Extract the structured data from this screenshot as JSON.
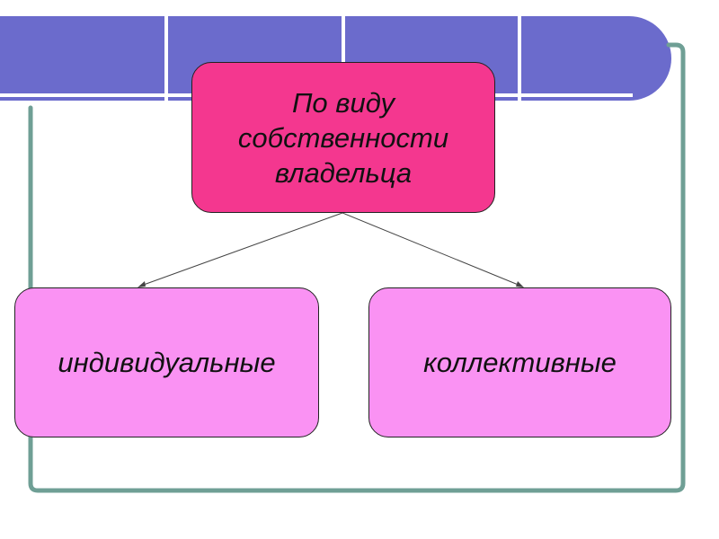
{
  "colors": {
    "band": "#6b6bcc",
    "frame": "#6f9f95",
    "root_fill": "#f4378f",
    "child_fill": "#fa92f3",
    "connector": "#444444"
  },
  "diagram": {
    "root": {
      "label": "По виду\nсобственности\nвладельца"
    },
    "children": [
      {
        "label": "индивидуальные"
      },
      {
        "label": "коллективные"
      }
    ]
  }
}
